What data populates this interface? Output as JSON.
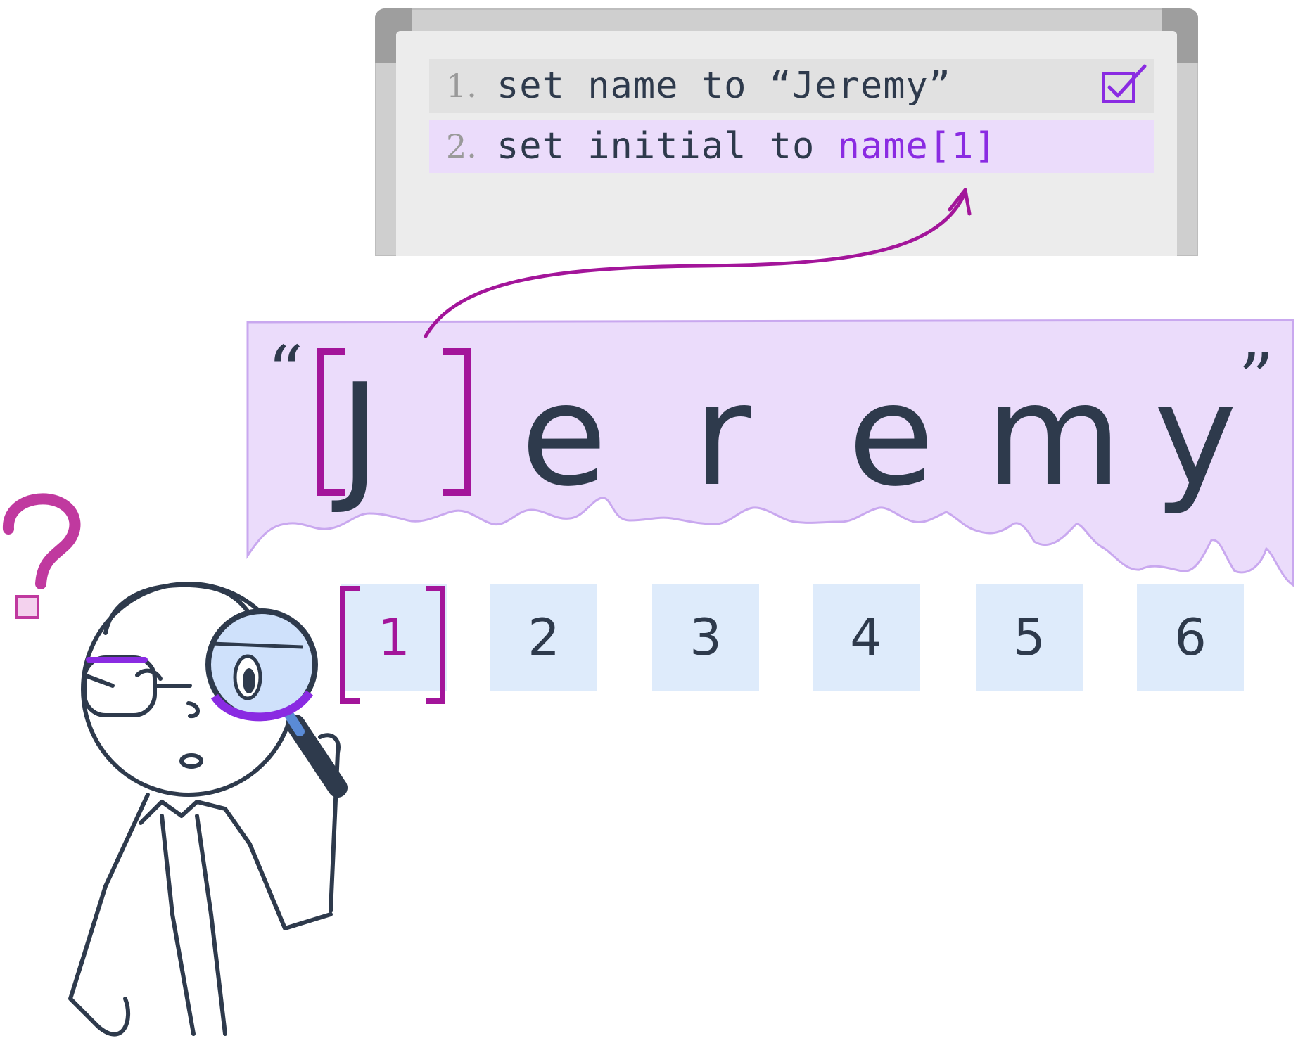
{
  "whiteboard": {
    "lines": [
      {
        "number": "1.",
        "text": "set name to “Jeremy”",
        "done": true
      },
      {
        "number": "2.",
        "text_prefix": "set initial to ",
        "text_highlight": "name[1]",
        "done": false
      }
    ]
  },
  "word": {
    "open_quote": "“",
    "close_quote": "”",
    "letters": [
      "J",
      "e",
      "r",
      "e",
      "m",
      "y"
    ],
    "selected_index": 1
  },
  "indices": [
    "1",
    "2",
    "3",
    "4",
    "5",
    "6"
  ],
  "colors": {
    "accent_magenta": "#a3159a",
    "accent_purple": "#8a2be2",
    "banner_fill": "#ebdcfb",
    "index_box_fill": "#deebfb",
    "ink": "#2e3a4c"
  },
  "icons": [
    "checkbox-checked-icon",
    "question-mark-icon",
    "magnifying-glass-icon",
    "arrow-icon"
  ]
}
